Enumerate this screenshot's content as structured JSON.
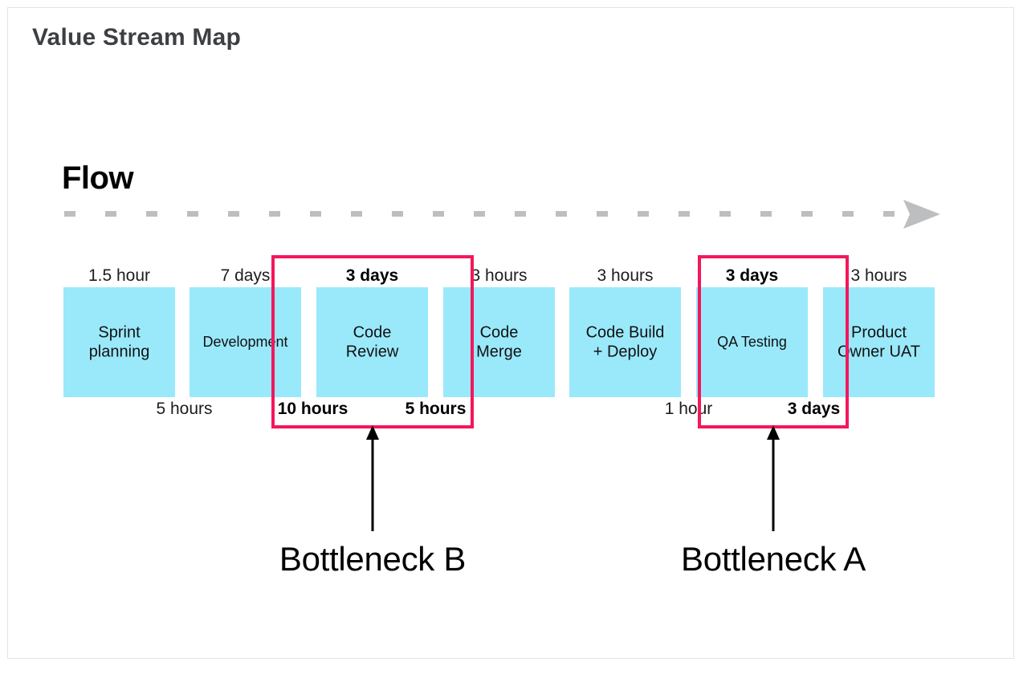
{
  "page": {
    "title": "Value Stream Map",
    "flow_label": "Flow"
  },
  "colors": {
    "process_fill": "#9ae9fb",
    "highlight_border": "#f4175c",
    "flow_dash": "#bcbec0",
    "title_text": "#3c3f43",
    "body_text": "#1d1d1f"
  },
  "process_steps": [
    {
      "name": "Sprint planning",
      "lead_time_above": "1.5 hour",
      "lead_time_above_bold": false,
      "wait_time_below": "",
      "wait_time_below_bold": false
    },
    {
      "name": "Development",
      "lead_time_above": "7 days",
      "lead_time_above_bold": false,
      "wait_time_below": "5 hours",
      "wait_time_below_bold": false
    },
    {
      "name": "Code Review",
      "lead_time_above": "3 days",
      "lead_time_above_bold": true,
      "wait_time_below": "10 hours",
      "wait_time_below_bold": true
    },
    {
      "name": "Code Merge",
      "lead_time_above": "3 hours",
      "lead_time_above_bold": false,
      "wait_time_below": "5 hours",
      "wait_time_below_bold": true
    },
    {
      "name": "Code Build + Deploy",
      "lead_time_above": "3 hours",
      "lead_time_above_bold": false,
      "wait_time_below": "",
      "wait_time_below_bold": false
    },
    {
      "name": "QA Testing",
      "lead_time_above": "3 days",
      "lead_time_above_bold": true,
      "wait_time_below": "1 hour",
      "wait_time_below_bold": false
    },
    {
      "name": "Product Owner UAT",
      "lead_time_above": "3 hours",
      "lead_time_above_bold": false,
      "wait_time_below": "3 days",
      "wait_time_below_bold": true
    }
  ],
  "step_labels": {
    "sprint_planning": "Sprint\nplanning",
    "development": "Development",
    "code_review": "Code\nReview",
    "code_merge": "Code\nMerge",
    "code_build_deploy": "Code Build\n+ Deploy",
    "qa_testing": "QA Testing",
    "product_owner_uat": "Product\nOwner UAT"
  },
  "time_labels_above": {
    "sprint_planning": "1.5 hour",
    "development": "7 days",
    "code_review": "3 days",
    "code_merge": "3 hours",
    "code_build_deploy": "3 hours",
    "qa_testing": "3 days",
    "product_owner_uat": "3 hours"
  },
  "time_labels_below": {
    "after_sprint_planning": "5 hours",
    "after_development": "10 hours",
    "after_code_review": "5 hours",
    "after_code_build_deploy": "1 hour",
    "after_qa_testing": "3 days"
  },
  "bottlenecks": [
    {
      "label": "Bottleneck B",
      "step": "Code Review"
    },
    {
      "label": "Bottleneck A",
      "step": "QA Testing"
    }
  ],
  "bottleneck_labels": {
    "b": "Bottleneck B",
    "a": "Bottleneck A"
  }
}
